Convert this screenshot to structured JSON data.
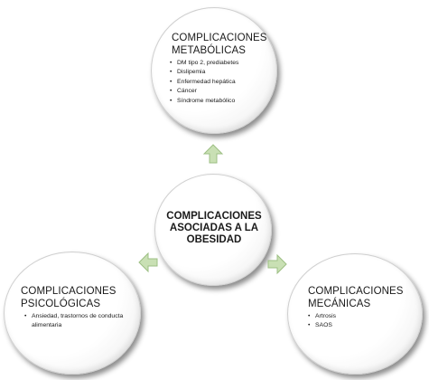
{
  "center": {
    "line1": "COMPLICACIONES",
    "line2": "ASOCIADAS A LA",
    "line3": "OBESIDAD"
  },
  "top": {
    "title1": "COMPLICACIONES",
    "title2": "METABÓLICAS",
    "items": [
      "DM tipo 2, prediabetes",
      "Dislipemia",
      "Enfermedad  hepática",
      "Cáncer",
      "Síndrome  metabólico"
    ]
  },
  "left": {
    "title1": "COMPLICACIONES",
    "title2": "PSICOLÓGICAS",
    "items": [
      "Ansiedad,  trastornos  de conducta  alimentaria"
    ]
  },
  "right": {
    "title1": "COMPLICACIONES",
    "title2": "MECÁNICAS",
    "items": [
      "Artrosis",
      "SAOS"
    ]
  },
  "colors": {
    "arrow_fill": "#c9e0b4",
    "arrow_stroke": "#9dbf84"
  }
}
